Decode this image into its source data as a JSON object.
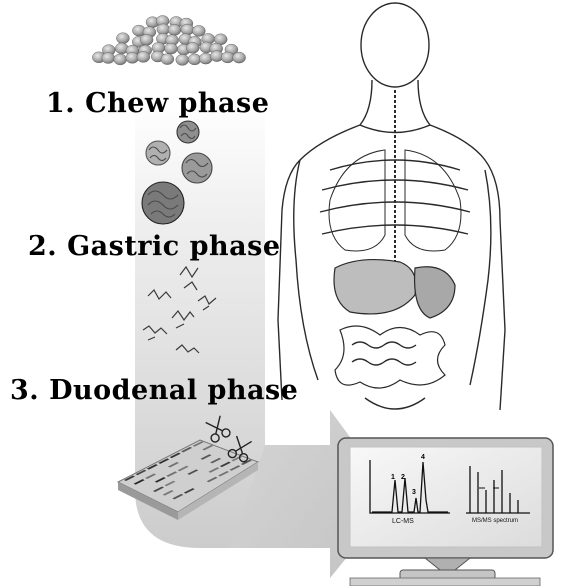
{
  "phases": [
    {
      "label": "1. Chew phase"
    },
    {
      "label": "2. Gastric phase"
    },
    {
      "label": "3. Duodenal phase"
    }
  ],
  "monitor": {
    "chromatogram_label": "LC-MS",
    "spectrum_label": "MS/MS spectrum",
    "peak_labels": [
      "1",
      "2",
      "3",
      "4"
    ]
  },
  "colors": {
    "arrow": "#d9d9d9",
    "monitor_frame": "#c8c8c8",
    "screen": "#f4f4f4",
    "ink": "#1a1a1a"
  },
  "icons": [
    "soybeans",
    "protein-clusters",
    "peptide-fragments",
    "human-body-outline",
    "scissors-icon",
    "gel-plate",
    "computer-monitor"
  ]
}
